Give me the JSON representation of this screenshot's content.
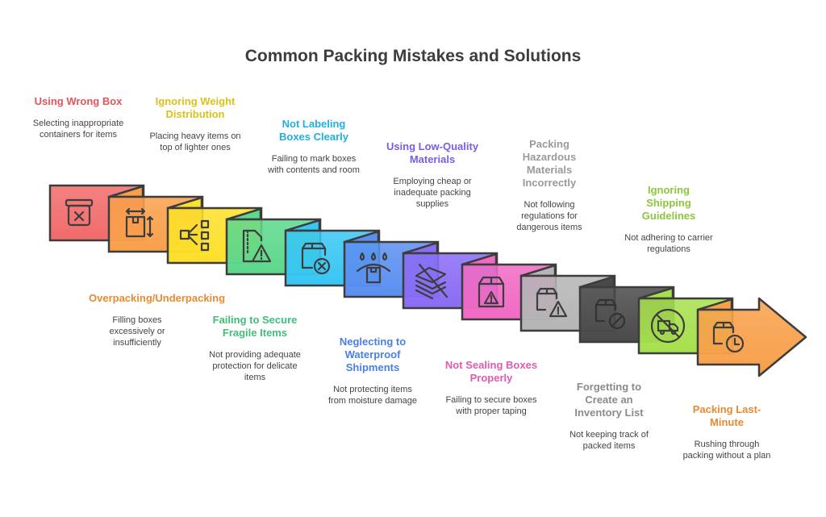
{
  "title": "Common Packing Mistakes and Solutions",
  "steps": [
    {
      "title": "Using Wrong Box",
      "desc": "Selecting inappropriate containers for items",
      "color": "#f26b6b",
      "text_color": "#e0555a",
      "icon": "box-x-icon",
      "pos": "top"
    },
    {
      "title": "Overpacking/Underpacking",
      "desc": "Filling boxes excessively or insufficiently",
      "color": "#f9a04b",
      "text_color": "#e88a30",
      "icon": "box-resize-icon",
      "pos": "bottom"
    },
    {
      "title": "Ignoring Weight Distribution",
      "desc": "Placing heavy items on top of lighter ones",
      "color": "#fde02a",
      "text_color": "#d9c21a",
      "icon": "distribution-icon",
      "pos": "top"
    },
    {
      "title": "Failing to Secure Fragile Items",
      "desc": "Not providing adequate protection for delicate items",
      "color": "#5dd88c",
      "text_color": "#3fbf78",
      "icon": "fragile-warning-icon",
      "pos": "bottom"
    },
    {
      "title": "Not Labeling Boxes Clearly",
      "desc": "Failing to mark boxes with contents and room",
      "color": "#38c6f4",
      "text_color": "#1fb0e0",
      "icon": "box-unlabeled-icon",
      "pos": "top"
    },
    {
      "title": "Neglecting to Waterproof Shipments",
      "desc": "Not protecting items from moisture damage",
      "color": "#5b8ff0",
      "text_color": "#4a80e0",
      "icon": "water-drops-icon",
      "pos": "bottom"
    },
    {
      "title": "Using Low-Quality Materials",
      "desc": "Employing cheap or inadequate packing supplies",
      "color": "#8a6cf5",
      "text_color": "#7b5ce6",
      "icon": "layers-crossed-icon",
      "pos": "top"
    },
    {
      "title": "Not Sealing Boxes Properly",
      "desc": "Failing to secure boxes with proper taping",
      "color": "#f06ac4",
      "text_color": "#e05aae",
      "icon": "box-warning-icon",
      "pos": "bottom"
    },
    {
      "title": "Packing Hazardous Materials Incorrectly",
      "desc": "Not following regulations for dangerous items",
      "color": "#b5b5b5",
      "text_color": "#9a9a9a",
      "icon": "hazard-box-icon",
      "pos": "top"
    },
    {
      "title": "Forgetting to Create an Inventory List",
      "desc": "Not keeping track of packed items",
      "color": "#4a4a4a",
      "text_color": "#8a8a8a",
      "icon": "box-blocked-icon",
      "pos": "bottom"
    },
    {
      "title": "Ignoring Shipping Guidelines",
      "desc": "Not adhering to carrier regulations",
      "color": "#a6e04d",
      "text_color": "#8cc63a",
      "icon": "no-truck-icon",
      "pos": "top"
    },
    {
      "title": "Packing Last-Minute",
      "desc": "Rushing through packing without a plan",
      "color": "#f8a04a",
      "text_color": "#e88a30",
      "icon": "box-clock-icon",
      "pos": "bottom"
    }
  ]
}
